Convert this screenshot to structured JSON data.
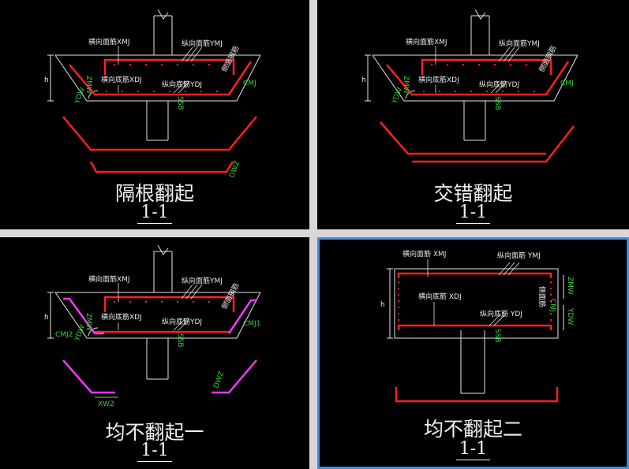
{
  "colors": {
    "rebar_red": "#ff2020",
    "rebar_magenta": "#ff33ff",
    "label_green": "#3ad13a",
    "outline_white": "#e6e6e6",
    "selection_blue": "#3c8fe0"
  },
  "panels": [
    {
      "title": "隔根翻起",
      "section": "1-1",
      "labels": {
        "top_x": "横向面筋XMJ",
        "top_y": "纵向面筋YMJ",
        "bot_x": "横向底筋XDJ",
        "bot_y": "纵向底筋YDJ",
        "side": "侧面钢筋",
        "cmj": "CMJ",
        "dimh": "h",
        "zmw": "ZMW",
        "ydw": "YDW",
        "ssb": "SSB",
        "dwz": "DWZ"
      }
    },
    {
      "title": "交错翻起",
      "section": "1-1",
      "labels": {
        "top_x": "横向面筋XMJ",
        "top_y": "纵向面筋YMJ",
        "bot_x": "横向底筋XDJ",
        "bot_y": "纵向底筋YDJ",
        "side": "侧面钢筋",
        "cmj": "CMJ",
        "dimh": "h",
        "zmw": "ZMW",
        "ydw": "YDW",
        "ssb": "SSB"
      }
    },
    {
      "title": "均不翻起一",
      "section": "1-1",
      "labels": {
        "top_x": "横向面筋XMJ",
        "top_y": "纵向面筋YMJ",
        "bot_x": "横向底筋XDJ",
        "bot_y": "纵向底筋YDJ",
        "side": "侧面钢筋",
        "cmj1": "CMJ1",
        "cmj2": "CMJ2",
        "dimh": "h",
        "zmw": "ZMW",
        "ydw": "YDW",
        "ssb": "SSB",
        "xw2": "XW2",
        "dwz": "DWZ"
      }
    },
    {
      "title": "均不翻起二",
      "section": "1-1",
      "labels": {
        "top_x": "横向面筋 XMJ",
        "top_y": "纵向面筋 YMJ",
        "bot_x": "横向底筋 XDJ",
        "bot_y": "纵向底筋 YDJ",
        "side": "侧面筋",
        "cmj": "CMJ",
        "dimh": "h",
        "zmw": "ZMW",
        "ydw": "YDW",
        "ssb": "SSB"
      }
    }
  ]
}
